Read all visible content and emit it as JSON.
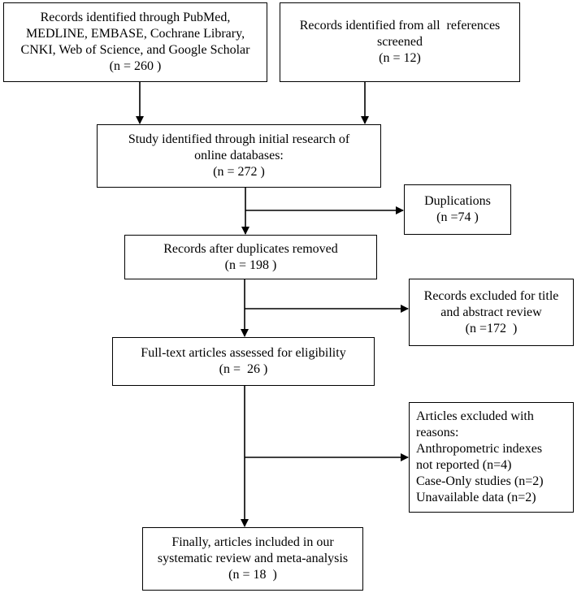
{
  "boxes": {
    "pubmed": {
      "lines": [
        "Records identified through PubMed,",
        "MEDLINE, EMBASE, Cochrane Library,",
        "CNKI, Web of Science, and Google Scholar",
        "(n = 260 )"
      ]
    },
    "references": {
      "lines": [
        "Records identified from all  references",
        "screened",
        "(n = 12)"
      ]
    },
    "initial": {
      "lines": [
        "Study identified through initial research of",
        "online databases:",
        "(n = 272 )"
      ]
    },
    "duplications": {
      "lines": [
        "Duplications",
        "(n =74 )"
      ]
    },
    "after_duplicates": {
      "lines": [
        "Records after duplicates removed",
        "(n = 198 )"
      ]
    },
    "excluded_title": {
      "lines": [
        "Records excluded for title",
        "and abstract review",
        "(n =172  )"
      ]
    },
    "fulltext": {
      "lines": [
        "Full-text articles assessed for eligibility",
        "(n =  26 )"
      ]
    },
    "excluded_reasons": {
      "lines": [
        "Articles excluded with",
        "reasons:",
        "Anthropometric indexes",
        "not reported (n=4)",
        "Case-Only studies (n=2)",
        "Unavailable data (n=2)"
      ]
    },
    "final": {
      "lines": [
        "Finally, articles included in our",
        "systematic review and meta-analysis",
        "(n = 18  )"
      ]
    }
  }
}
